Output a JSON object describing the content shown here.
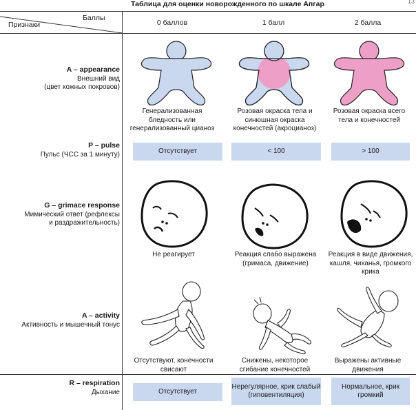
{
  "title": "Таблица для оценки новорожденного по шкале Апгар",
  "page_corner": "13",
  "header": {
    "scores_label": "Баллы",
    "signs_label": "Признаки",
    "columns": [
      "0 баллов",
      "1 балл",
      "2 балла"
    ]
  },
  "rows": [
    {
      "code": "A – appearance",
      "name": "Внешний вид",
      "note": "(цвет кожных покровов)",
      "cells": [
        "Генерализованная бледность или генерализованный цианоз",
        "Розовая окраска тела и синюшная окраска конечностей (акроцианоз)",
        "Розовая окраска всего тела и конечностей"
      ]
    },
    {
      "code": "P – pulse",
      "name": "Пульс (ЧСС за 1 минуту)",
      "cells": [
        "Отсутствует",
        "< 100",
        "> 100"
      ]
    },
    {
      "code": "G – grimace response",
      "name": "Мимический ответ (рефлексы",
      "note": "и раздражительность)",
      "cells": [
        "Не реагирует",
        "Реакция слабо выражена (гримаса, движение)",
        "Реакция в виде движения, кашля, чиханья, громкого крика"
      ]
    },
    {
      "code": "A – activity",
      "name": "Активность и мышечный тонус",
      "cells": [
        "Отсутствуют, конечности свисают",
        "Снижены, некоторое сгибание конечностей",
        "Выражены активные движения"
      ]
    },
    {
      "code": "R – respiration",
      "name": "Дыхание",
      "cells": [
        "Отсутствует",
        "Нерегулярное, крик слабый (гиповентиляция)",
        "Нормальное, крик громкий"
      ]
    }
  ],
  "colors": {
    "pale_blue": "#c9d7ef",
    "pink": "#ee9fc8",
    "outline": "#222222"
  }
}
